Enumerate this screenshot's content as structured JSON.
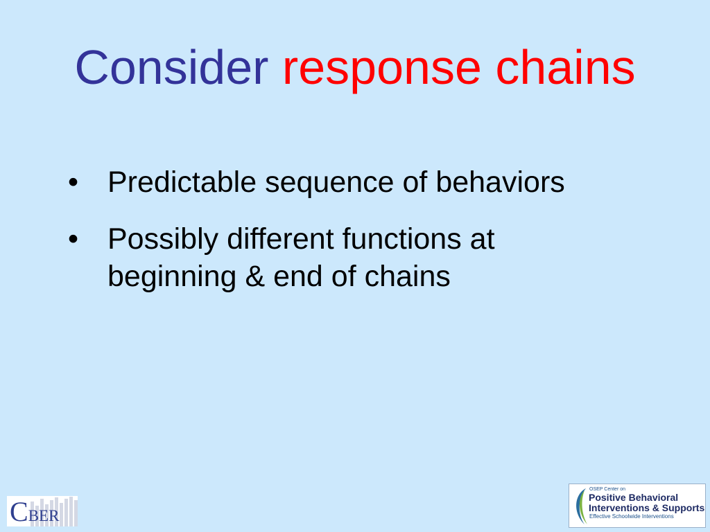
{
  "slide": {
    "title": {
      "part1": "Consider",
      "part2": "response chains"
    },
    "bullets": [
      {
        "marker": "•",
        "text": "Predictable sequence of behaviors"
      },
      {
        "marker": "•",
        "text": "Possibly different functions at beginning & end of chains"
      }
    ],
    "logos": {
      "cber": {
        "first_letter": "C",
        "rest": "BER"
      },
      "pbis": {
        "line1": "OSEP Center on",
        "line2": "Positive Behavioral",
        "line3": "Interventions & Supports",
        "line4": "Effective Schoolwide Interventions"
      }
    },
    "colors": {
      "background": "#cce8fc",
      "title_primary": "#333399",
      "title_accent": "#ff0000",
      "body_text": "#000000"
    }
  }
}
